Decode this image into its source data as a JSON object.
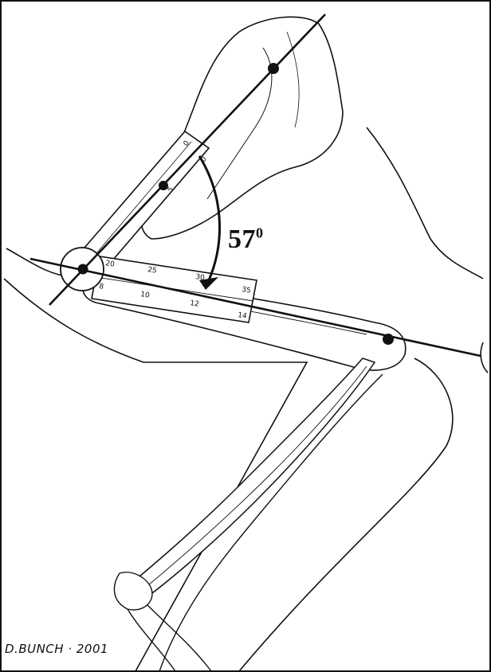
{
  "angle": {
    "value": "57",
    "unit": "0"
  },
  "signature": "D.BUNCH · 2001",
  "goniometer": {
    "upper_arm_ticks": [
      "0",
      "0",
      "5"
    ],
    "lower_arm_ticks_top": [
      "20",
      "25",
      "30",
      "35"
    ],
    "lower_arm_ticks_bottom": [
      "8",
      "10",
      "12",
      "14"
    ]
  },
  "colors": {
    "ink": "#111111",
    "paper": "#ffffff"
  }
}
